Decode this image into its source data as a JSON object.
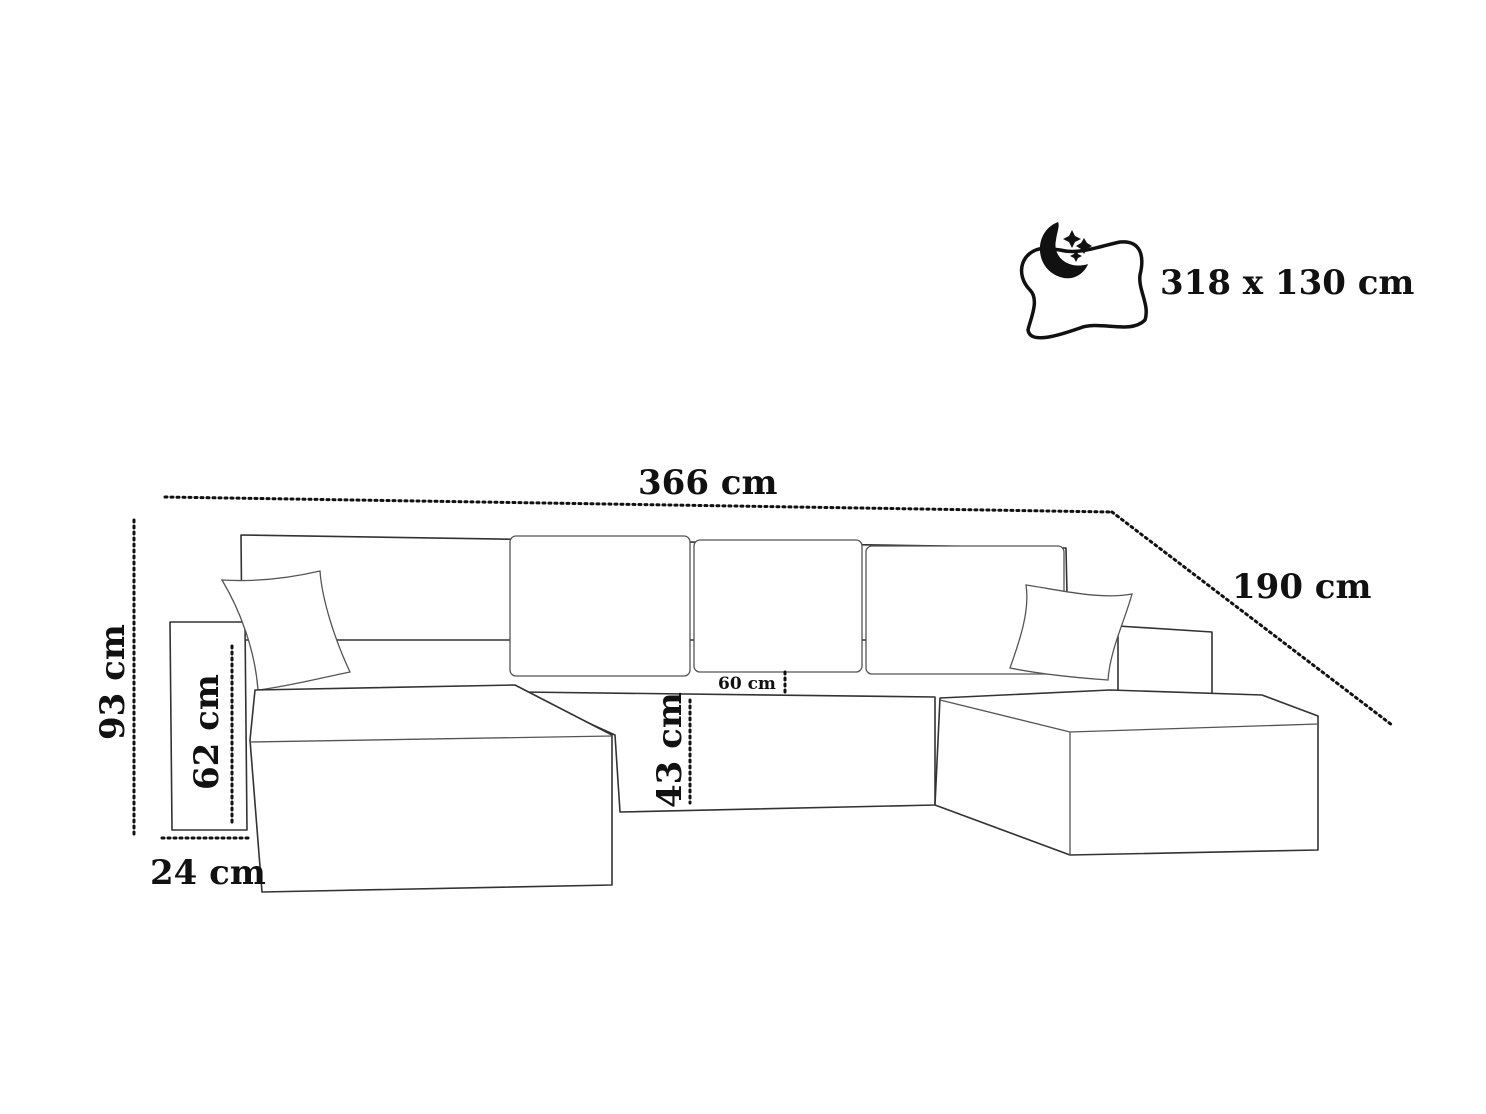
{
  "dimensions": {
    "width": "366 cm",
    "depth": "190 cm",
    "height": "93 cm",
    "armrest_height": "62 cm",
    "seat_height": "43 cm",
    "seat_depth": "60 cm",
    "armrest_width": "24 cm",
    "sleeping_area": "318 x 130 cm"
  },
  "icons": {
    "sleep": "moon-stars-pillow-icon"
  },
  "colors": {
    "line": "#111111",
    "sofa_outline": "#333333",
    "background": "#ffffff"
  }
}
